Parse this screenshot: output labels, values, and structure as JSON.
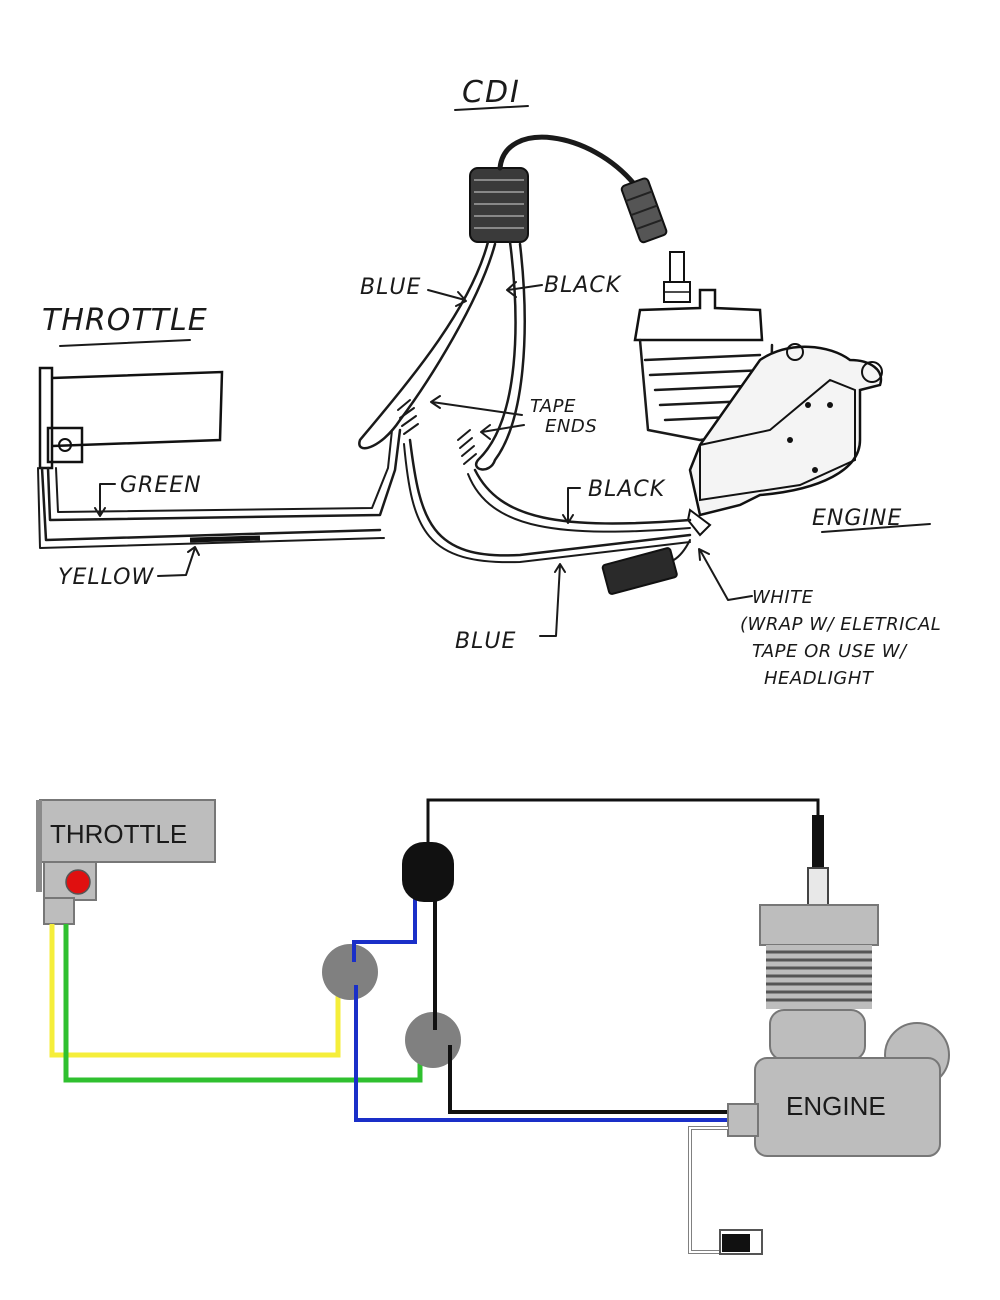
{
  "sketch": {
    "cdi_label": "CDI",
    "throttle_label": "THROTTLE",
    "engine_label": "ENGINE",
    "wire_labels": {
      "blue_top": "BLUE",
      "black_top": "BLACK",
      "tape_line1": "TAPE",
      "tape_line2": "ENDS",
      "green": "GREEN",
      "yellow": "YELLOW",
      "black_bottom": "BLACK",
      "blue_bottom": "BLUE"
    },
    "white_note": {
      "line1": "WHITE",
      "line2": "(WRAP W/ ELETRICAL",
      "line3": "TAPE OR USE W/",
      "line4": "HEADLIGHT"
    }
  },
  "schematic": {
    "throttle_label": "THROTTLE",
    "engine_label": "ENGINE",
    "colors": {
      "yellow": "#f5ee3a",
      "green": "#2fc02f",
      "blue": "#1a2fc8",
      "black": "#111111",
      "gray_box": "#bdbdbd",
      "gray_dark": "#808080",
      "red_button": "#e01010"
    }
  }
}
